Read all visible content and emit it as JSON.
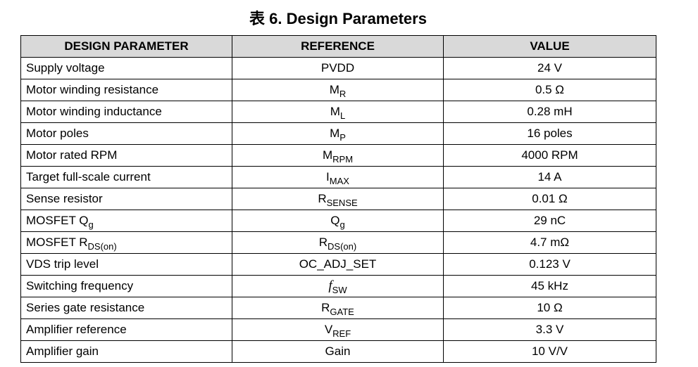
{
  "caption": {
    "prefix": "表",
    "text": "6. Design Parameters"
  },
  "table": {
    "headers": [
      "DESIGN PARAMETER",
      "REFERENCE",
      "VALUE"
    ],
    "rows": [
      {
        "param": "Supply voltage",
        "param_sub": "",
        "ref": "PVDD",
        "ref_sub": "",
        "value": "24 V"
      },
      {
        "param": "Motor winding resistance",
        "param_sub": "",
        "ref": "M",
        "ref_sub": "R",
        "value": "0.5 Ω"
      },
      {
        "param": "Motor winding inductance",
        "param_sub": "",
        "ref": "M",
        "ref_sub": "L",
        "value": "0.28 mH"
      },
      {
        "param": "Motor poles",
        "param_sub": "",
        "ref": "M",
        "ref_sub": "P",
        "value": "16 poles"
      },
      {
        "param": "Motor rated RPM",
        "param_sub": "",
        "ref": "M",
        "ref_sub": "RPM",
        "value": "4000 RPM"
      },
      {
        "param": "Target full-scale current",
        "param_sub": "",
        "ref": "I",
        "ref_sub": "MAX",
        "value": "14 A"
      },
      {
        "param": "Sense resistor",
        "param_sub": "",
        "ref": "R",
        "ref_sub": "SENSE",
        "value": "0.01 Ω"
      },
      {
        "param": "MOSFET Q",
        "param_sub": "g",
        "ref": "Q",
        "ref_sub": "g",
        "value": "29 nC"
      },
      {
        "param": "MOSFET R",
        "param_sub": "DS(on)",
        "ref": "R",
        "ref_sub": "DS(on)",
        "value": "4.7 mΩ"
      },
      {
        "param": "VDS trip level",
        "param_sub": "",
        "ref": "OC_ADJ_SET",
        "ref_sub": "",
        "value": "0.123 V"
      },
      {
        "param": "Switching frequency",
        "param_sub": "",
        "ref": "f",
        "ref_sub": "SW",
        "value": "45 kHz"
      },
      {
        "param": "Series gate resistance",
        "param_sub": "",
        "ref": "R",
        "ref_sub": "GATE",
        "value": "10 Ω"
      },
      {
        "param": "Amplifier reference",
        "param_sub": "",
        "ref": "V",
        "ref_sub": "REF",
        "value": "3.3 V"
      },
      {
        "param": "Amplifier gain",
        "param_sub": "",
        "ref": "Gain",
        "ref_sub": "",
        "value": "10 V/V"
      }
    ]
  }
}
